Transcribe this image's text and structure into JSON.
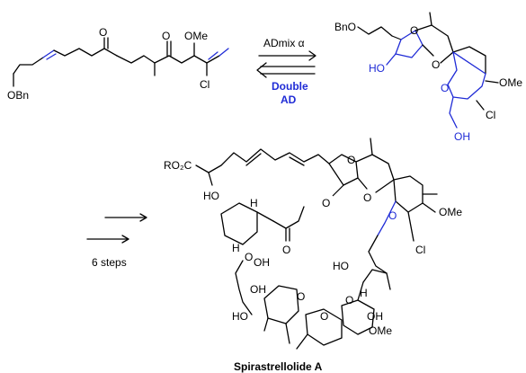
{
  "reagents": {
    "forward": "ADmix α",
    "retro_line1": "Double",
    "retro_line2": "AD",
    "steps": "6 steps"
  },
  "compound_name": "Spirastrellolide A",
  "atoms": {
    "obn": "OBn",
    "bno": "BnO",
    "o": "O",
    "ome": "OMe",
    "cl": "Cl",
    "ho": "HO",
    "oh": "OH",
    "h": "H",
    "ro2c": "RO₂C"
  },
  "colors": {
    "highlight": "#1f2bd6",
    "bond": "#000000"
  }
}
